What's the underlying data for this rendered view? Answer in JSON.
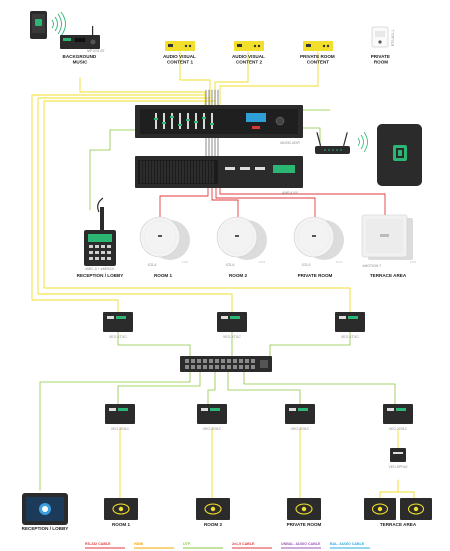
{
  "labels": {
    "background_music": "BACKGROUND\nMUSIC",
    "av_content_1": "AUDIO VISUAL\nCONTENT 1",
    "av_content_2": "AUDIO VISUAL\nCONTENT 2",
    "private_content": "PRIVATE ROOM\nCONTENT",
    "private_room_top": "PRIVATE\nROOM",
    "reception_mic": "RECEPTION / LOBBY",
    "room1_spk": "ROOM 1",
    "room2_spk": "ROOM 2",
    "private_spk": "PRIVATE ROOM",
    "terrace_spk": "TERRACE AREA",
    "reception_display": "RECEPTION / LOBBY",
    "room1_display": "ROOM 1",
    "room2_display": "ROOM 2",
    "private_display": "PRIVATE ROOM",
    "terrace_display": "TERRACE AREA"
  },
  "sublabels": {
    "bg_player": "MP-K01-BT",
    "wall_plate": "RTS-800-1",
    "mixer": "MUSIC-MXR",
    "amplifier": "AMP-4100",
    "mic": "eMIC-S + eMPACK",
    "spk1": "ICS-6",
    "spk2": "ICS-6",
    "spk3": "ICS-6",
    "terrace": "eMOTION-T",
    "enc1": "VEO-XTI1C",
    "enc2": "VEO-XTI1C",
    "enc3": "VEO-XTI1C",
    "dec1": "VEO-XRI1C",
    "dec2": "VEO-XRI1C",
    "dec3": "VEO-XRI1C",
    "dec4": "VEO-XRI1C",
    "splitter": "VEO-SPH42"
  },
  "legend": [
    {
      "label": "RS-232 CABLE",
      "color": "#e03a3e"
    },
    {
      "label": "HDMI",
      "color": "#f2a900"
    },
    {
      "label": "UTP",
      "color": "#8dc63f"
    },
    {
      "label": "2x1,5 CABLE",
      "color": "#e03a3e"
    },
    {
      "label": "UNBAL. AUDIO CABLE",
      "color": "#9b59b6"
    },
    {
      "label": "BAL. AUDIO CABLE",
      "color": "#29abe2"
    }
  ],
  "colors": {
    "hdmi": "#f2df2b",
    "utp": "#8dc63f",
    "speaker": "#e03a3e",
    "audio": "#6a6a6a",
    "accent": "#2bb673",
    "device_dark": "#2b2b2b"
  }
}
